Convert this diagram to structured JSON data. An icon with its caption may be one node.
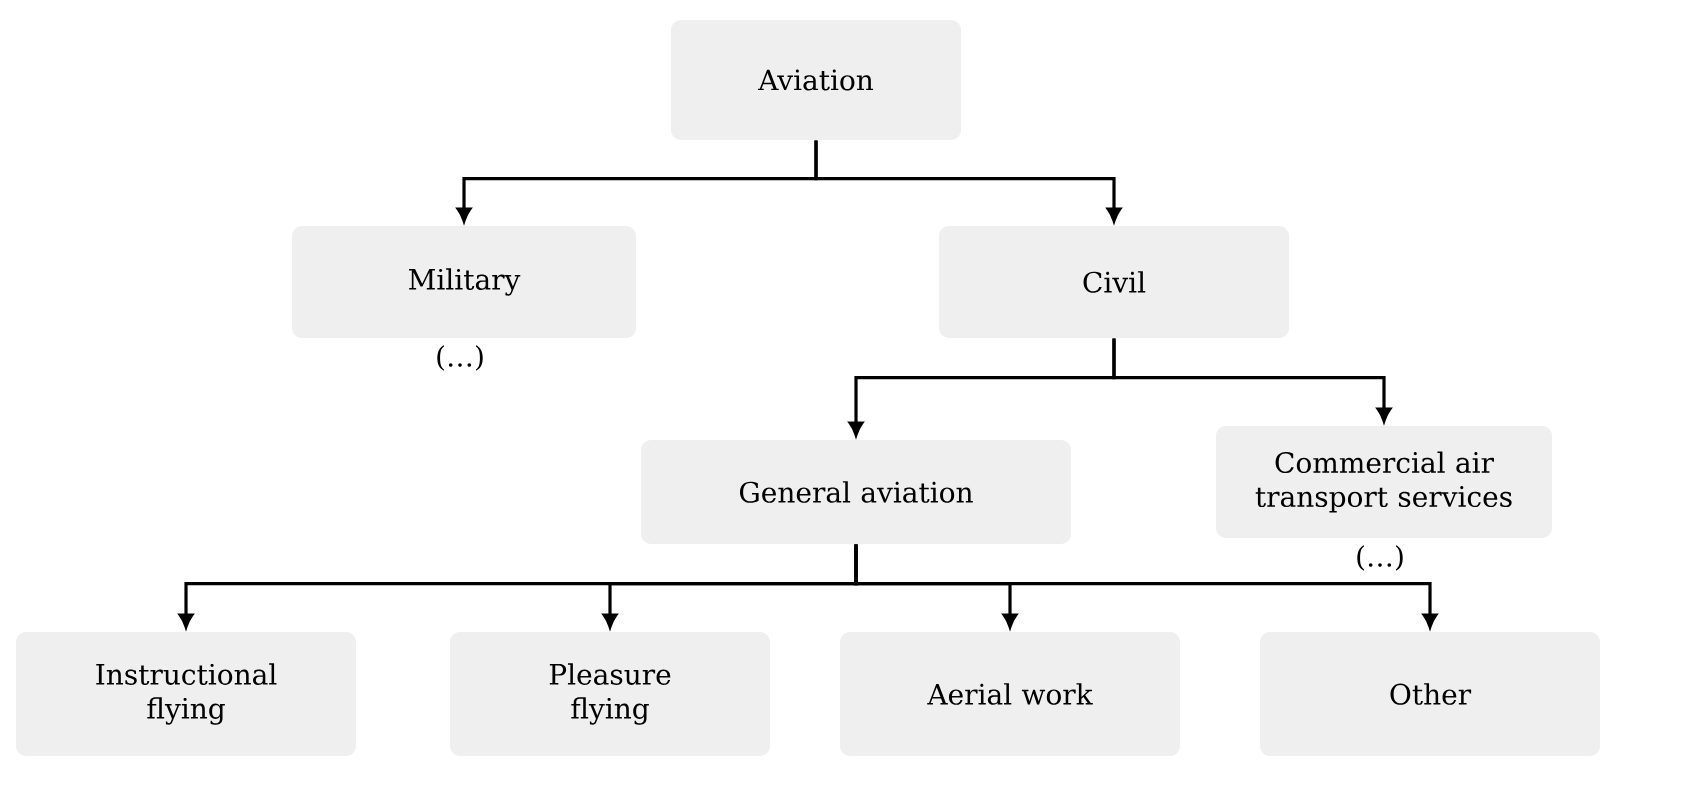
{
  "diagram": {
    "nodes": [
      {
        "text": [
          "Aviation"
        ]
      },
      {
        "text": [
          "Military"
        ],
        "beside": [
          "(…)"
        ]
      },
      {
        "text": [
          "Civil"
        ]
      },
      {
        "text": [
          "General aviation"
        ]
      },
      {
        "text": [
          "Commercial air transport services"
        ],
        "beside": [
          "(…)"
        ]
      },
      {
        "text": [
          "Instructional flying"
        ]
      },
      {
        "text": [
          "Pleasure flying"
        ]
      },
      {
        "text": [
          "Aerial work"
        ]
      },
      {
        "text": [
          "Other"
        ]
      }
    ],
    "edges": [
      {
        "from": 0,
        "to": 1,
        "arrow": "to"
      },
      {
        "from": 0,
        "to": 2,
        "arrow": "to"
      },
      {
        "from": 2,
        "to": 3,
        "arrow": "to"
      },
      {
        "from": 2,
        "to": 4,
        "arrow": "to"
      },
      {
        "from": 3,
        "to": 5,
        "arrow": "to"
      },
      {
        "from": 3,
        "to": 6,
        "arrow": "to"
      },
      {
        "from": 3,
        "to": 7,
        "arrow": "to"
      },
      {
        "from": 3,
        "to": 8,
        "arrow": "to"
      }
    ]
  }
}
